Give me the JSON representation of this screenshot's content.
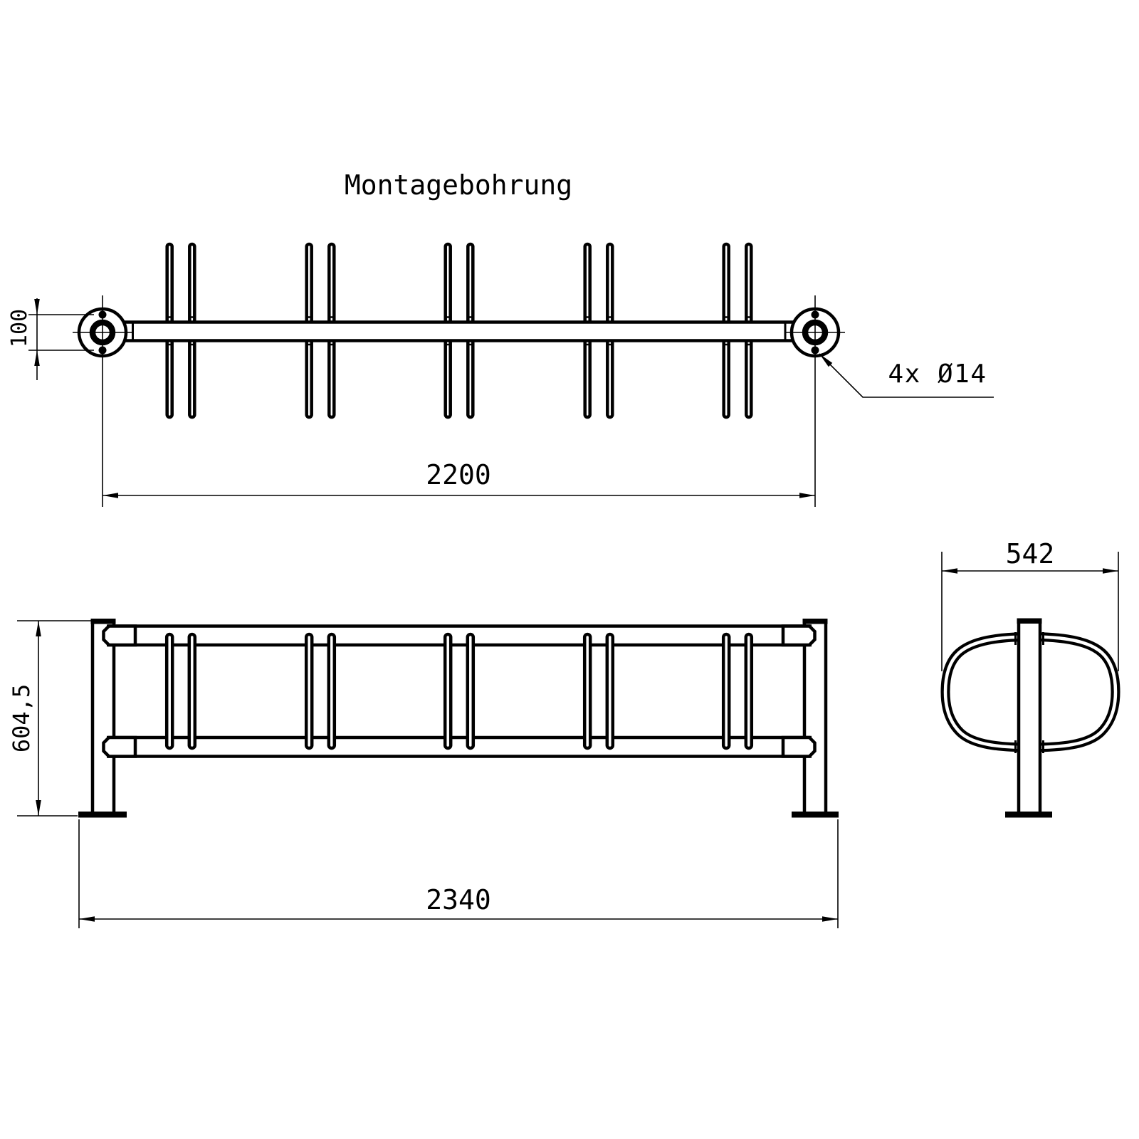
{
  "title": "Montagebohrung",
  "colors": {
    "line": "#000000",
    "background": "#ffffff"
  },
  "dimensions": {
    "flange_hole_spacing": "100",
    "mounting_hole_distance": "2200",
    "hole_callout": "4x Ø14",
    "overall_height": "604,5",
    "overall_length": "2340",
    "overall_depth": "542"
  },
  "drawing": {
    "views": [
      "top-mounting-view",
      "front-view",
      "end-view"
    ],
    "prong_pairs": 5,
    "flange_holes_per_plate": 2
  }
}
